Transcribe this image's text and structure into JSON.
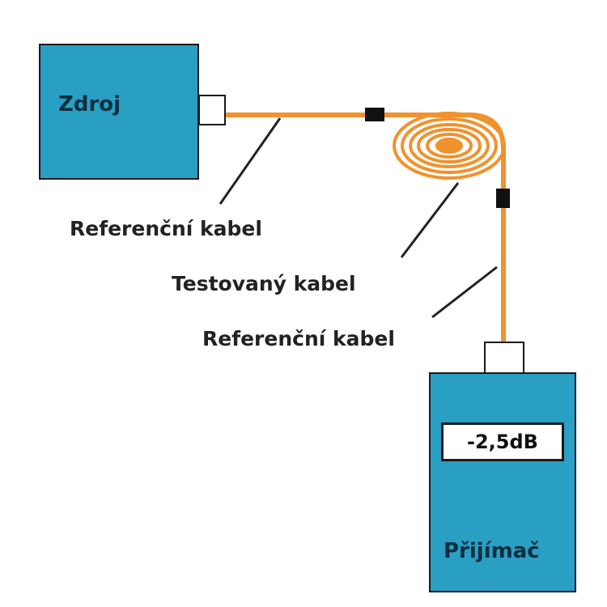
{
  "diagram": {
    "source": {
      "label": "Zdroj"
    },
    "receiver": {
      "label": "Přijímač",
      "display_value": "-2,5dB"
    },
    "cables": {
      "reference_1": "Referenční kabel",
      "tested": "Testovaný kabel",
      "reference_2": "Referenční kabel"
    },
    "colors": {
      "device_fill": "#2a9fc4",
      "cable": "#f0922e",
      "connector": "#111111"
    }
  }
}
